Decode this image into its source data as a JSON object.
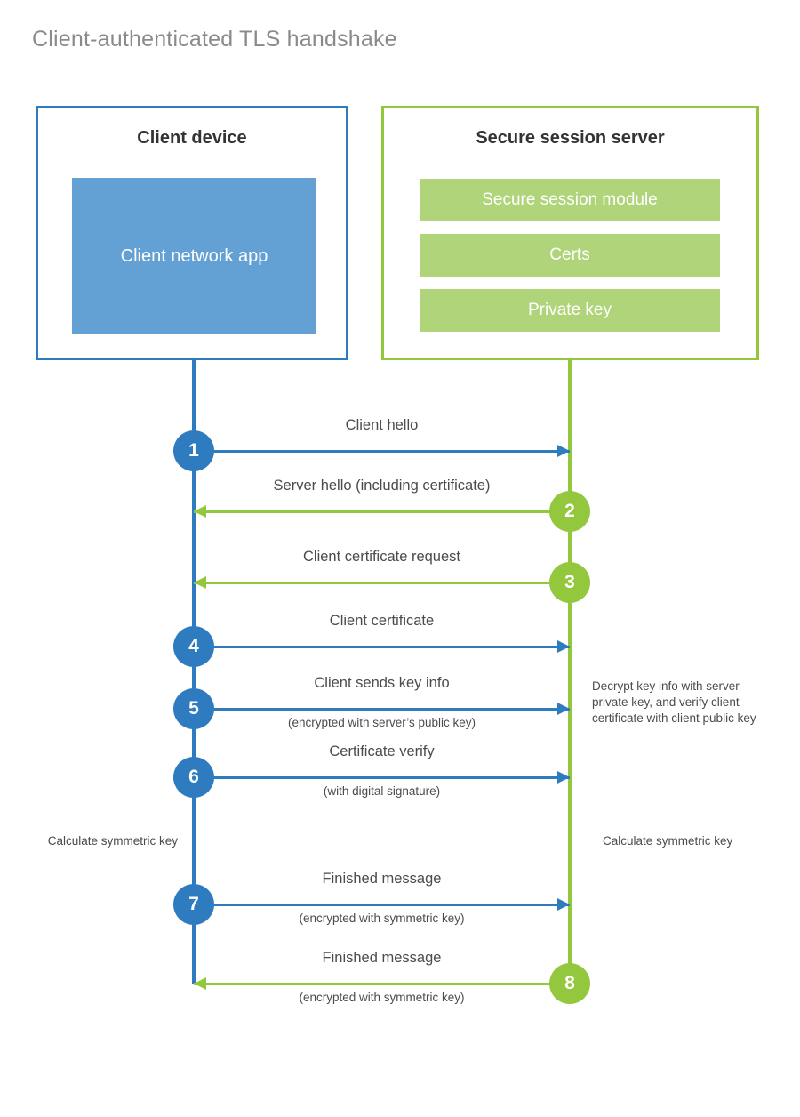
{
  "title": "Client-authenticated TLS handshake",
  "colors": {
    "client_blue": "#2E7CBF",
    "client_app_fill": "#63A0D3",
    "server_green": "#93C83E",
    "server_bar_fill": "#AFD47A",
    "text_gray": "#4b4b4b",
    "title_gray": "#8a8a8a"
  },
  "client": {
    "title": "Client device",
    "app_label": "Client network app"
  },
  "server": {
    "title": "Secure session server",
    "bars": [
      {
        "label": "Secure session module"
      },
      {
        "label": "Certs"
      },
      {
        "label": "Private key"
      }
    ]
  },
  "messages": [
    {
      "step": "1",
      "label": "Client hello",
      "sublabel": "",
      "direction": "client-to-server",
      "color": "blue"
    },
    {
      "step": "2",
      "label": "Server hello (including certificate)",
      "sublabel": "",
      "direction": "server-to-client",
      "color": "green"
    },
    {
      "step": "3",
      "label": "Client certificate request",
      "sublabel": "",
      "direction": "server-to-client",
      "color": "green"
    },
    {
      "step": "4",
      "label": "Client certificate",
      "sublabel": "",
      "direction": "client-to-server",
      "color": "blue"
    },
    {
      "step": "5",
      "label": "Client sends key info",
      "sublabel": "(encrypted with server’s public key)",
      "direction": "client-to-server",
      "color": "blue"
    },
    {
      "step": "6",
      "label": "Certificate verify",
      "sublabel": "(with digital signature)",
      "direction": "client-to-server",
      "color": "blue"
    },
    {
      "step": "7",
      "label": "Finished message",
      "sublabel": "(encrypted with symmetric key)",
      "direction": "client-to-server",
      "color": "blue"
    },
    {
      "step": "8",
      "label": "Finished message",
      "sublabel": "(encrypted with symmetric key)",
      "direction": "server-to-client",
      "color": "green"
    }
  ],
  "notes": {
    "client_calculate": "Calculate symmetric key",
    "server_decrypt": "Decrypt key info with server private key, and verify client certificate with client public key",
    "server_calculate": "Calculate symmetric key"
  }
}
